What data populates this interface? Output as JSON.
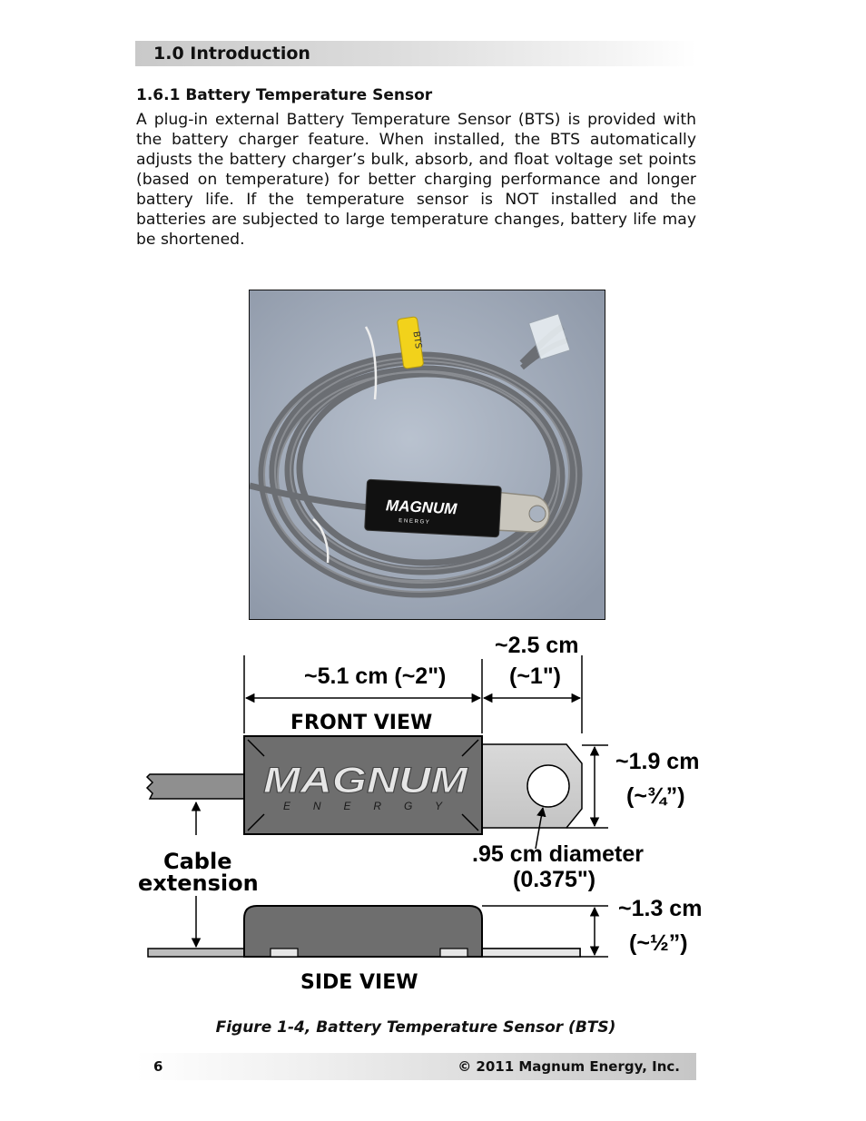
{
  "header": {
    "title": "1.0 Introduction"
  },
  "section": {
    "heading": "1.6.1 Battery Temperature Sensor",
    "body": "A plug-in external Battery Temperature Sensor (BTS) is provided with the battery charger feature. When installed, the BTS automatically adjusts the battery charger’s bulk, absorb, and float voltage set points (based on temperature) for better charging performance and longer battery life. If the temperature sensor is NOT installed and the batteries are subjected to large temperature changes, battery life may be shortened."
  },
  "photo": {
    "tag_label": "BTS",
    "brand": "MAGNUM",
    "brand_sub": "E N E R G Y"
  },
  "diagram": {
    "dim_length": "~5.1 cm (~2\")",
    "dim_lug_line1": "~2.5 cm",
    "dim_lug_line2": "(~1\")",
    "front_view": "FRONT VIEW",
    "side_view": "SIDE VIEW",
    "dim_height_line1": "~1.9 cm",
    "dim_height_line2": "(~¾”)",
    "hole_line1": ".95 cm diameter",
    "hole_line2": "(0.375\")",
    "dim_thick_line1": "~1.3 cm",
    "dim_thick_line2": "(~½”)",
    "cable_line1": "Cable",
    "cable_line2": "extension",
    "brand": "MAGNUM",
    "brand_sub": "E N E R G Y"
  },
  "caption": "Figure 1-4, Battery Temperature Sensor (BTS)",
  "footer": {
    "page": "6",
    "copyright": "© 2011 Magnum Energy, Inc."
  }
}
